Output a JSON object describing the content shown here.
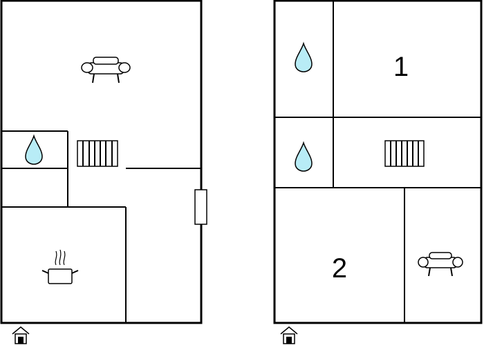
{
  "floor_plans": [
    {
      "name": "left-floor",
      "room_labels": [],
      "icons": [
        "sofa-icon",
        "water-drop-icon",
        "radiator-icon",
        "cooking-pot-icon",
        "entrance-icon"
      ]
    },
    {
      "name": "right-floor",
      "room_labels": [
        {
          "id": "bedroom-1",
          "text": "1"
        },
        {
          "id": "bedroom-2",
          "text": "2"
        }
      ],
      "icons": [
        "water-drop-icon",
        "water-drop-icon",
        "radiator-icon",
        "sofa-icon",
        "entrance-icon"
      ]
    }
  ],
  "colors": {
    "wall": "#000000",
    "water": "#b8ecf6",
    "background": "#ffffff"
  }
}
